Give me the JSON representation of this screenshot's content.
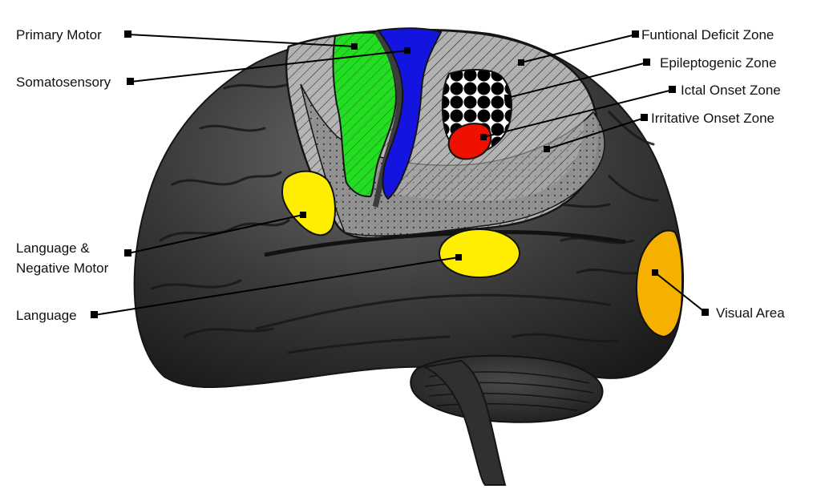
{
  "labels": {
    "primary_motor": "Primary Motor",
    "somatosensory": "Somatosensory",
    "language_negative_motor_line1": "Language &",
    "language_negative_motor_line2": "Negative Motor",
    "language": "Language",
    "functional_deficit_zone": "Funtional Deficit Zone",
    "epileptogenic_zone": "Epileptogenic Zone",
    "ictal_onset_zone": "Ictal Onset Zone",
    "irritative_onset_zone": "Irritative Onset Zone",
    "visual_area": "Visual Area"
  },
  "colors": {
    "primary_motor": "#22dd22",
    "somatosensory": "#1414e0",
    "language_areas": "#ffee00",
    "visual_area": "#f5b000",
    "ictal_onset": "#ee1100",
    "irritative_zone": "#9a9a9a",
    "functional_deficit_zone": "#bdbdbd",
    "brain": "#3a3a3a"
  }
}
